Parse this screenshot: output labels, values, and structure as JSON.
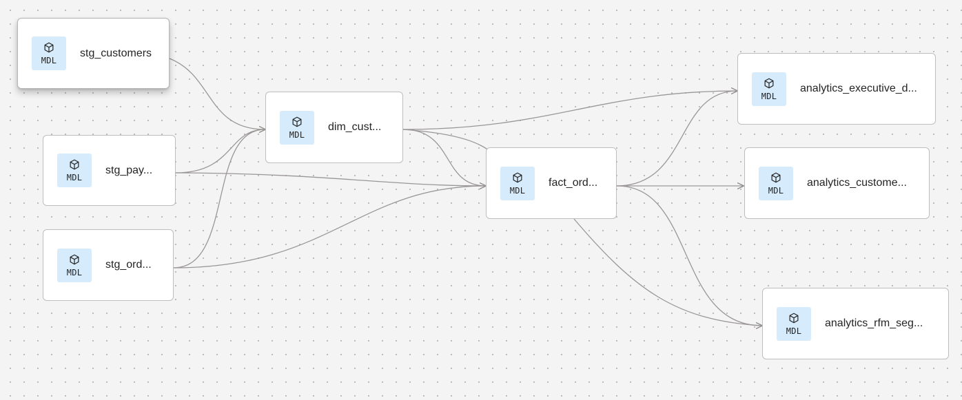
{
  "badge_text": "MDL",
  "badge_icon": "cube-icon",
  "colors": {
    "canvas": "#f4f4f4",
    "node_bg": "#ffffff",
    "badge_bg": "#d6ebfb",
    "edge": "#9a9696"
  },
  "nodes": [
    {
      "id": "stg_customers",
      "label": "stg_customers",
      "selected": true
    },
    {
      "id": "stg_payments",
      "label": "stg_pay..."
    },
    {
      "id": "stg_orders",
      "label": "stg_ord..."
    },
    {
      "id": "dim_customers",
      "label": "dim_cust..."
    },
    {
      "id": "fact_orders",
      "label": "fact_ord..."
    },
    {
      "id": "analytics_executive",
      "label": "analytics_executive_d..."
    },
    {
      "id": "analytics_customers",
      "label": "analytics_custome..."
    },
    {
      "id": "analytics_rfm",
      "label": "analytics_rfm_seg..."
    }
  ],
  "edges": [
    {
      "from": "stg_customers",
      "to": "dim_customers"
    },
    {
      "from": "stg_payments",
      "to": "dim_customers"
    },
    {
      "from": "stg_orders",
      "to": "dim_customers"
    },
    {
      "from": "stg_payments",
      "to": "fact_orders"
    },
    {
      "from": "stg_orders",
      "to": "fact_orders"
    },
    {
      "from": "dim_customers",
      "to": "fact_orders"
    },
    {
      "from": "dim_customers",
      "to": "analytics_executive"
    },
    {
      "from": "dim_customers",
      "to": "analytics_rfm"
    },
    {
      "from": "fact_orders",
      "to": "analytics_executive"
    },
    {
      "from": "fact_orders",
      "to": "analytics_customers"
    },
    {
      "from": "fact_orders",
      "to": "analytics_rfm"
    },
    {
      "from": "fact_orders",
      "to": "analytics_rfm"
    }
  ]
}
